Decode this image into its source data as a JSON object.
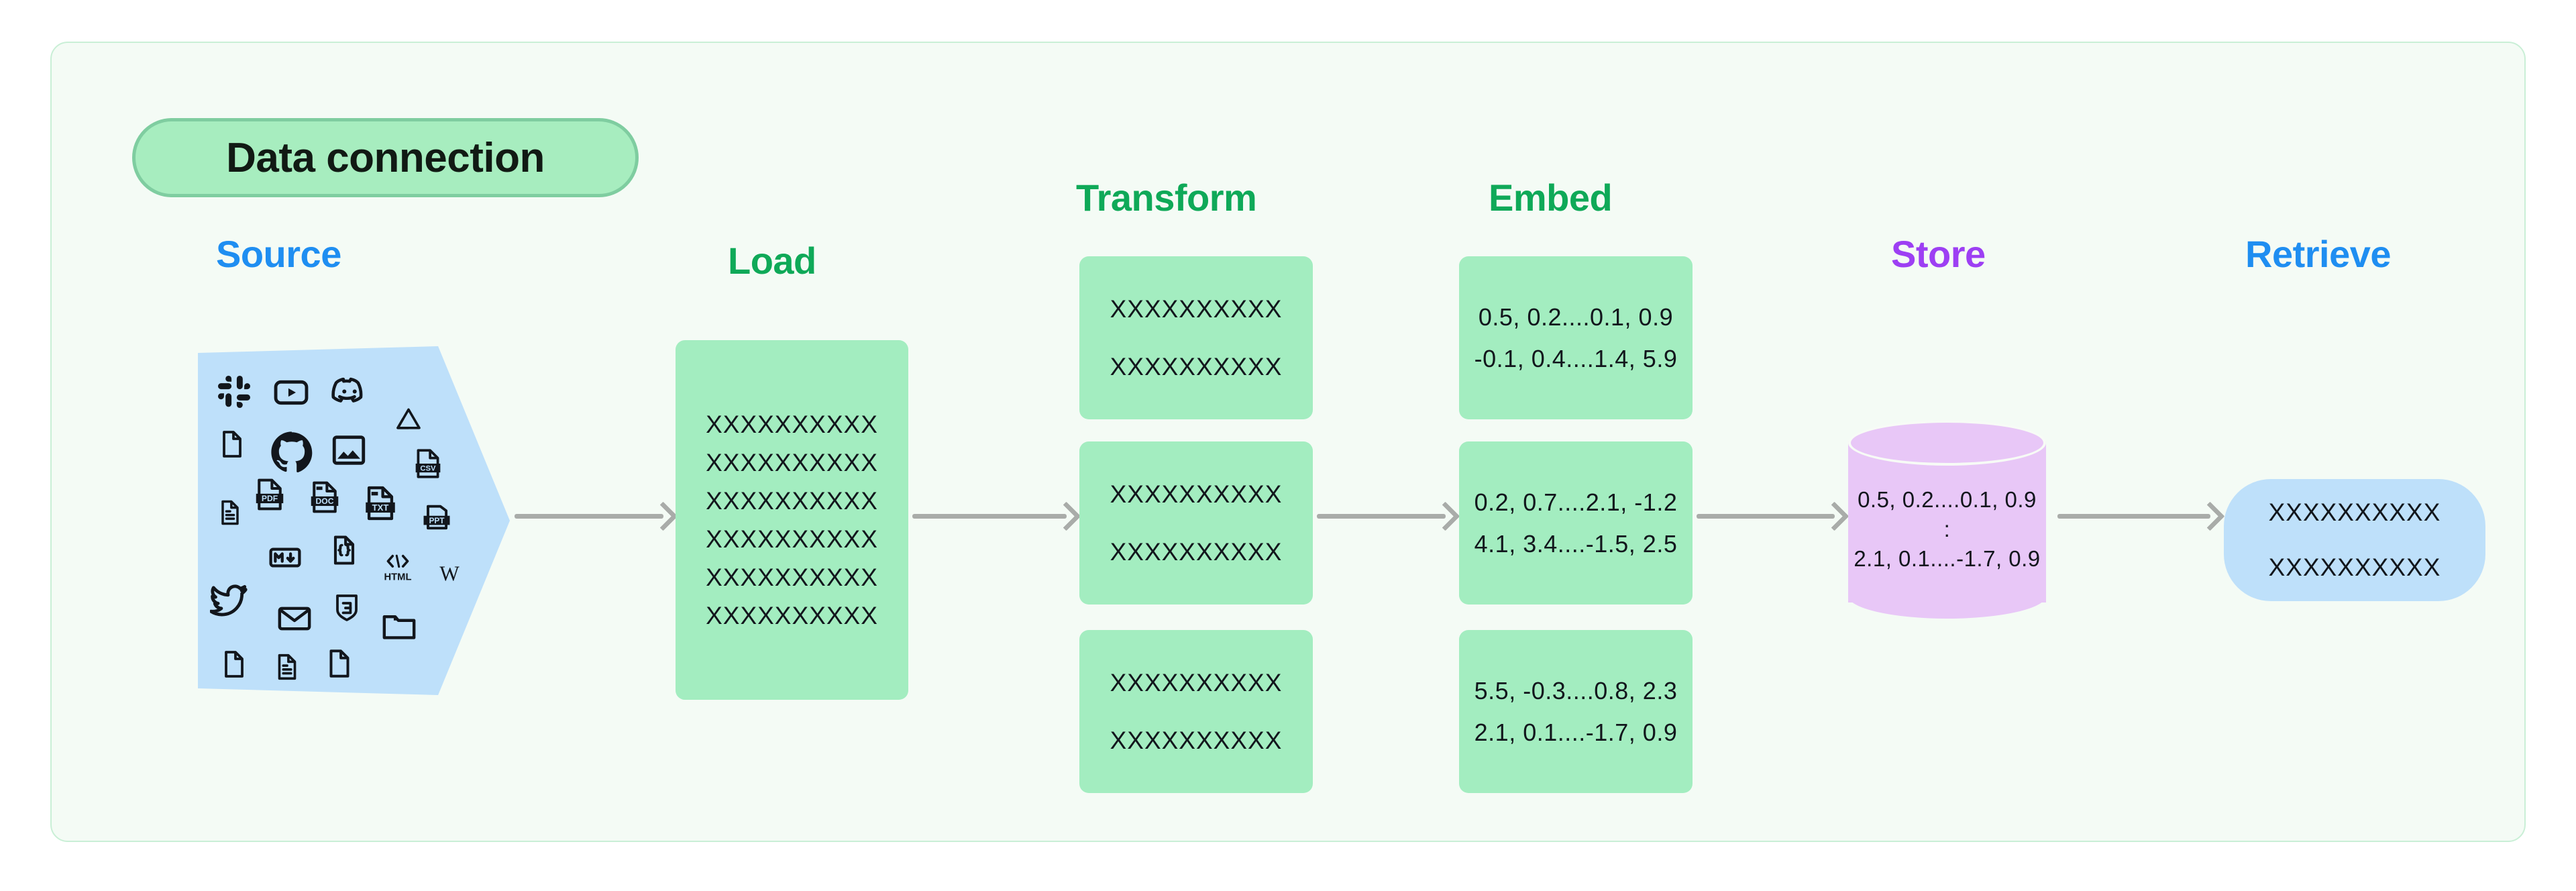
{
  "container": {
    "title": "Data connection",
    "background_color": "#F4FBF5",
    "border_color": "#C9EFD6"
  },
  "colors": {
    "source_accent": "#1F8EF1",
    "load_accent": "#0FA958",
    "transform_accent": "#0FA958",
    "embed_accent": "#0FA958",
    "store_accent": "#9D3FF3",
    "retrieve_accent": "#1F8EF1",
    "green_box": "#A3EDC0",
    "blue_box": "#BEE0FA",
    "purple_cylinder": "#E8C7F7",
    "arrow": "#A9ACA9"
  },
  "stages": {
    "source": {
      "heading": "Source",
      "icons": [
        "slack-icon",
        "youtube-icon",
        "discord-icon",
        "file-blank-icon",
        "github-icon",
        "image-icon",
        "google-drive-icon",
        "csv-file-icon",
        "document-lines-icon",
        "pdf-file-icon",
        "doc-file-icon",
        "txt-file-icon",
        "ppt-file-icon",
        "markdown-icon",
        "code-file-icon",
        "html-icon",
        "wikipedia-icon",
        "twitter-icon",
        "email-icon",
        "css3-icon",
        "folder-icon",
        "file-blank-icon",
        "document-lines-icon",
        "file-blank-icon"
      ]
    },
    "load": {
      "heading": "Load",
      "box_lines": [
        "XXXXXXXXXX",
        "XXXXXXXXXX",
        "XXXXXXXXXX",
        "XXXXXXXXXX",
        "XXXXXXXXXX",
        "XXXXXXXXXX"
      ]
    },
    "transform": {
      "heading": "Transform",
      "boxes": [
        {
          "line1": "XXXXXXXXXX",
          "line2": "XXXXXXXXXX"
        },
        {
          "line1": "XXXXXXXXXX",
          "line2": "XXXXXXXXXX"
        },
        {
          "line1": "XXXXXXXXXX",
          "line2": "XXXXXXXXXX"
        }
      ]
    },
    "embed": {
      "heading": "Embed",
      "boxes": [
        {
          "line1": "0.5, 0.2....0.1, 0.9",
          "line2": "-0.1, 0.4....1.4, 5.9"
        },
        {
          "line1": "0.2, 0.7....2.1, -1.2",
          "line2": "4.1, 3.4....-1.5, 2.5"
        },
        {
          "line1": "5.5, -0.3....0.8, 2.3",
          "line2": "2.1, 0.1....-1.7, 0.9"
        }
      ]
    },
    "store": {
      "heading": "Store",
      "line1": "0.5, 0.2....0.1, 0.9",
      "line2": ":",
      "line3": "2.1, 0.1....-1.7, 0.9"
    },
    "retrieve": {
      "heading": "Retrieve",
      "line1": "XXXXXXXXXX",
      "line2": "XXXXXXXXXX"
    }
  }
}
